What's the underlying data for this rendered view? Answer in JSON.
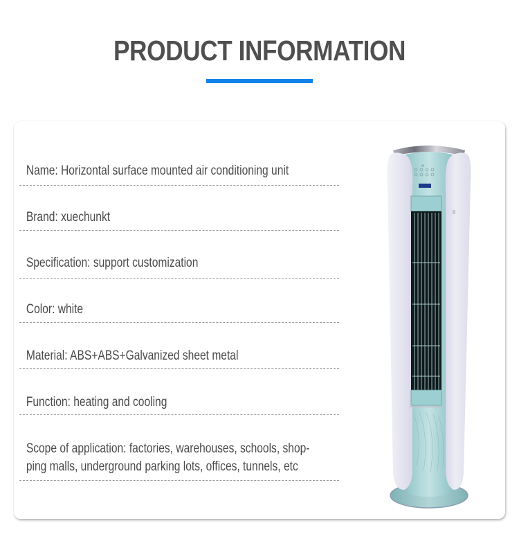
{
  "header": {
    "title": "PRODUCT INFORMATION",
    "accent_color": "#1283ea"
  },
  "specs": [
    {
      "label": "Name",
      "value": "Horizontal surface mounted air conditioning unit",
      "text": "Name: Horizontal surface mounted air conditioning unit"
    },
    {
      "label": "Brand",
      "value": "xuechunkt",
      "text": "Brand: xuechunkt"
    },
    {
      "label": "Specification",
      "value": "support customization",
      "text": "Specification: support customization"
    },
    {
      "label": "Color",
      "value": "white",
      "text": "Color: white"
    },
    {
      "label": "Material",
      "value": "ABS+ABS+Galvanized sheet metal",
      "text": "Material: ABS+ABS+Galvanized sheet metal"
    },
    {
      "label": "Function",
      "value": "heating and cooling",
      "text": "Function: heating and cooling"
    },
    {
      "label": "Scope of application",
      "value": "factories, warehouses, schools, shopping malls, underground parking lots, offices, tunnels, etc",
      "text_line1": "Scope of application: factories, warehouses, schools, shop-",
      "text_line2": "ping malls, underground parking lots, offices, tunnels, etc"
    }
  ],
  "image": {
    "alt": "white and light-blue tower air conditioner unit",
    "colors": {
      "body": "#e8e8f3",
      "panel": "#a9d3d6",
      "grille": "#0f1a1c",
      "base": "#9cc6c8"
    }
  }
}
